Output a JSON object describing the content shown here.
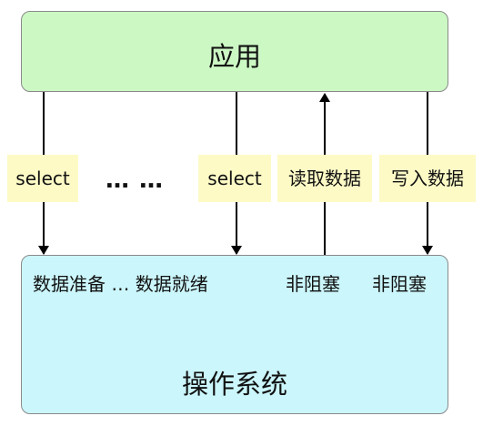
{
  "app_box": {
    "title": "应用"
  },
  "os_box": {
    "title": "操作系统",
    "status": {
      "ready_left": "数据准备 … 数据就绪",
      "nonblocking_read": "非阻塞",
      "nonblocking_write": "非阻塞"
    }
  },
  "connectors": [
    {
      "label": "select",
      "direction": "down"
    },
    {
      "label": "… …",
      "direction": "none"
    },
    {
      "label": "select",
      "direction": "down"
    },
    {
      "label": "读取数据",
      "direction": "up"
    },
    {
      "label": "写入数据",
      "direction": "down"
    }
  ],
  "colors": {
    "app_fill": "#ccf8c4",
    "os_fill": "#cbf6fb",
    "label_fill": "#fdfac6",
    "border": "#8a8a8a",
    "arrow": "#000000"
  }
}
